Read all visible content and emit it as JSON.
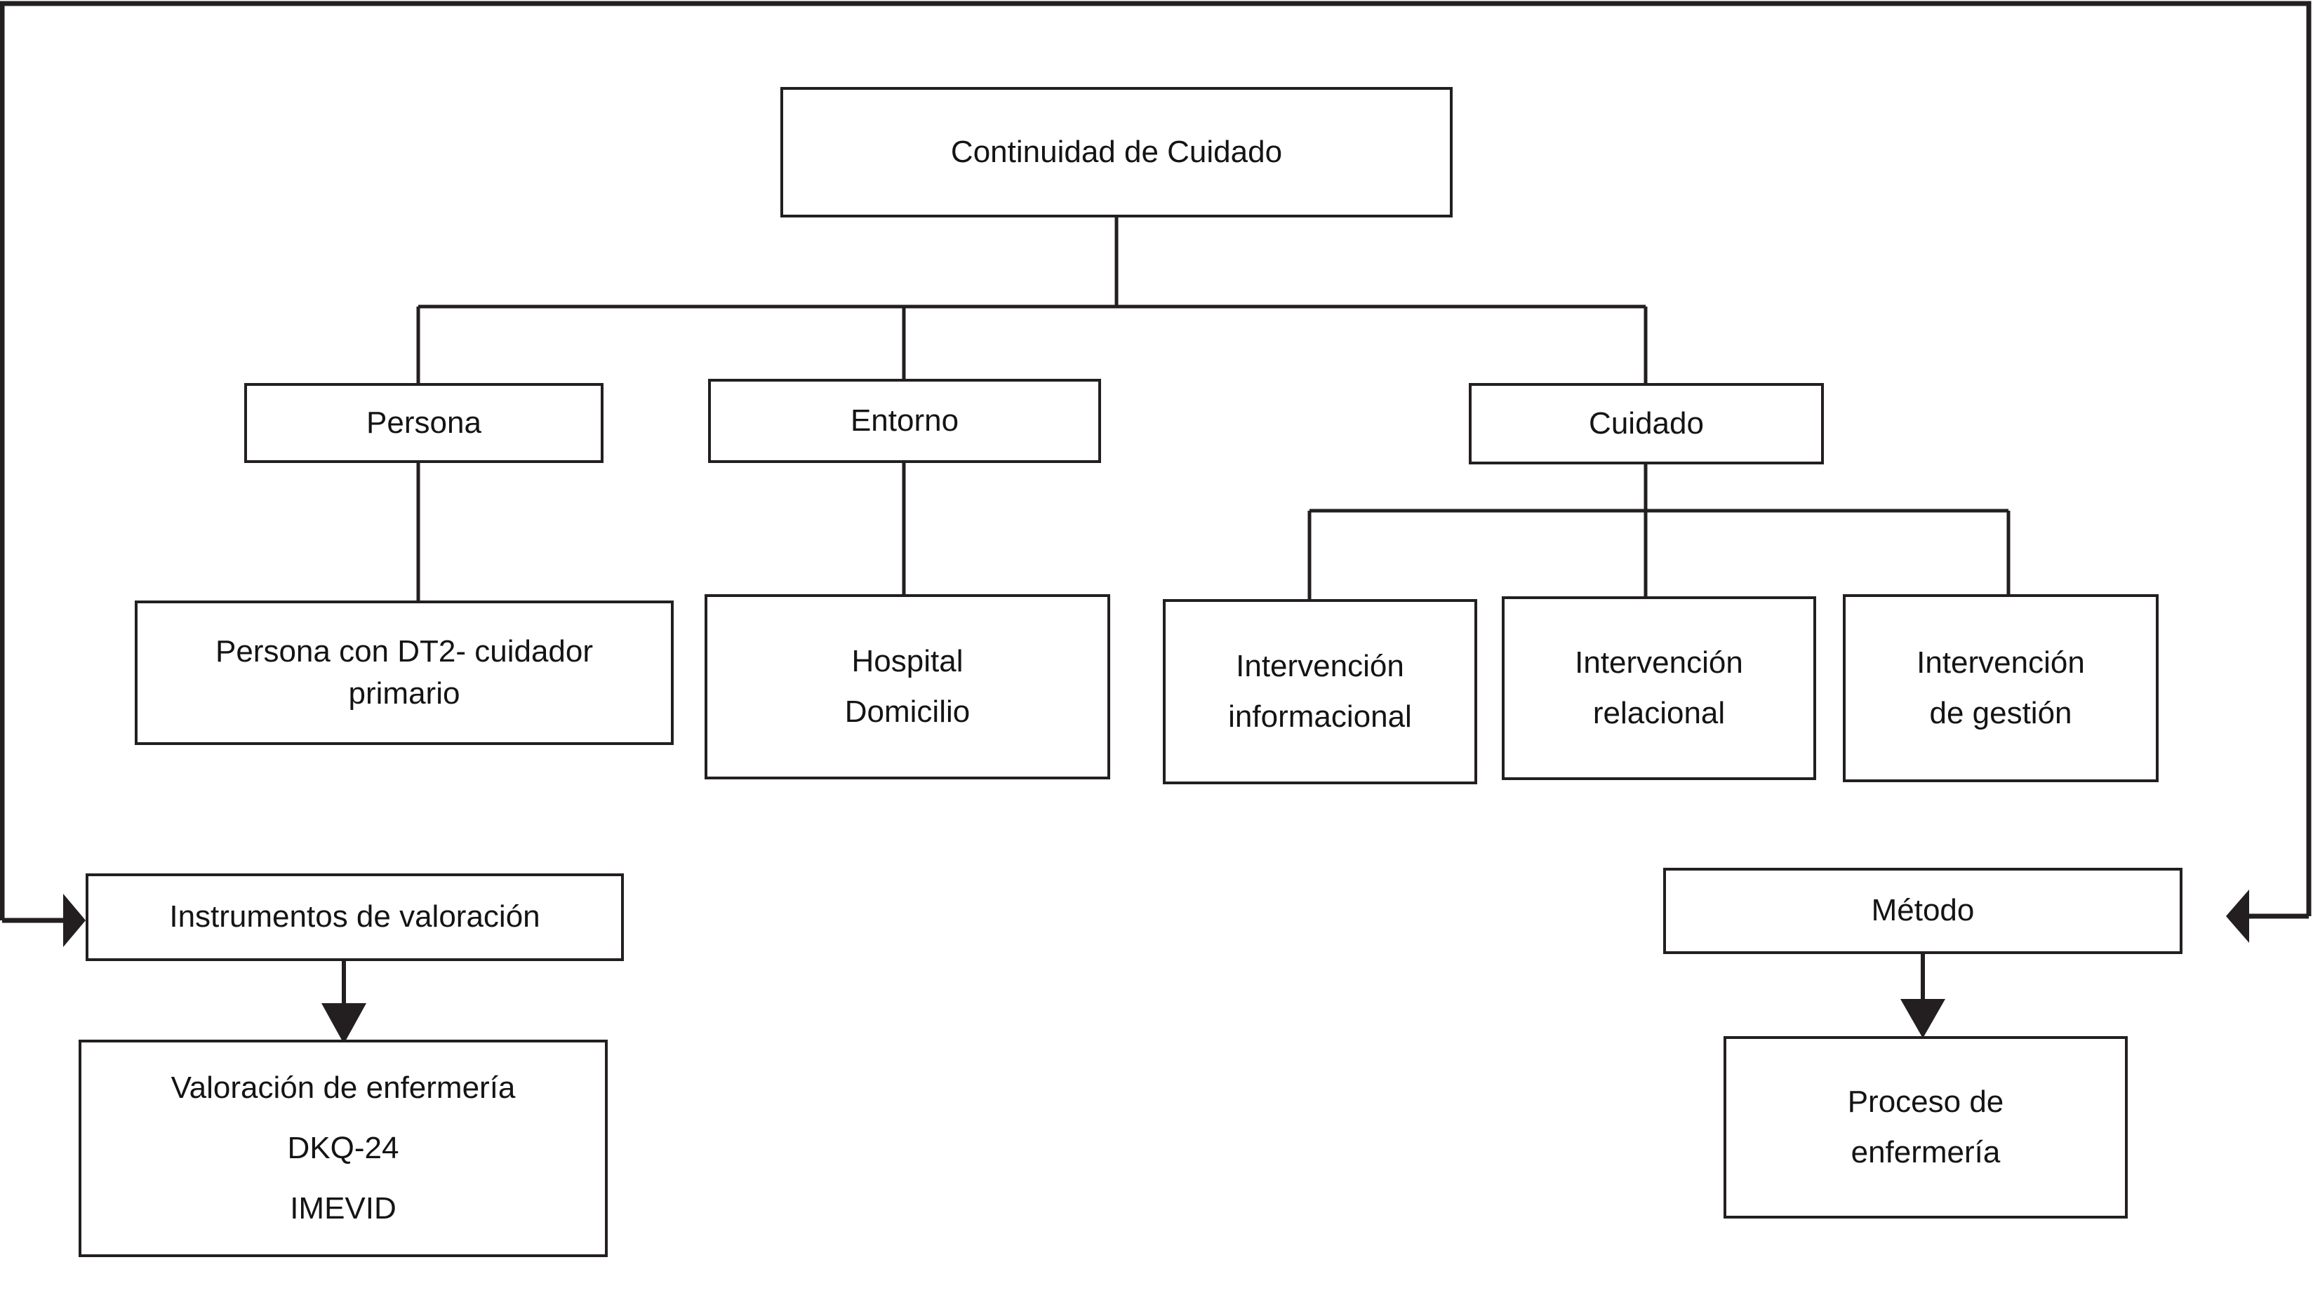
{
  "diagram": {
    "title": "Continuidad de Cuidado",
    "root": {
      "label": "Continuidad de Cuidado"
    },
    "level2": [
      {
        "label": "Persona"
      },
      {
        "label": "Entorno"
      },
      {
        "label": "Cuidado"
      }
    ],
    "level3": [
      {
        "line1": "Persona con DT2- cuidador",
        "line2": "primario"
      },
      {
        "line1": "Hospital",
        "line2": "Domicilio"
      },
      {
        "line1": "Intervención",
        "line2": "informacional"
      },
      {
        "line1": "Intervención",
        "line2": "relacional"
      },
      {
        "line1": "Intervención",
        "line2": "de gestión"
      }
    ],
    "bottom_left": {
      "header": "Instrumentos de valoración",
      "detail_line1": "Valoración de enfermería",
      "detail_line2": "DKQ-24",
      "detail_line3": "IMEVID"
    },
    "bottom_right": {
      "header": "Método",
      "detail_line1": "Proceso de",
      "detail_line2": "enfermería"
    },
    "colors": {
      "stroke": "#231f20",
      "text": "#141414",
      "background": "#ffffff"
    }
  }
}
